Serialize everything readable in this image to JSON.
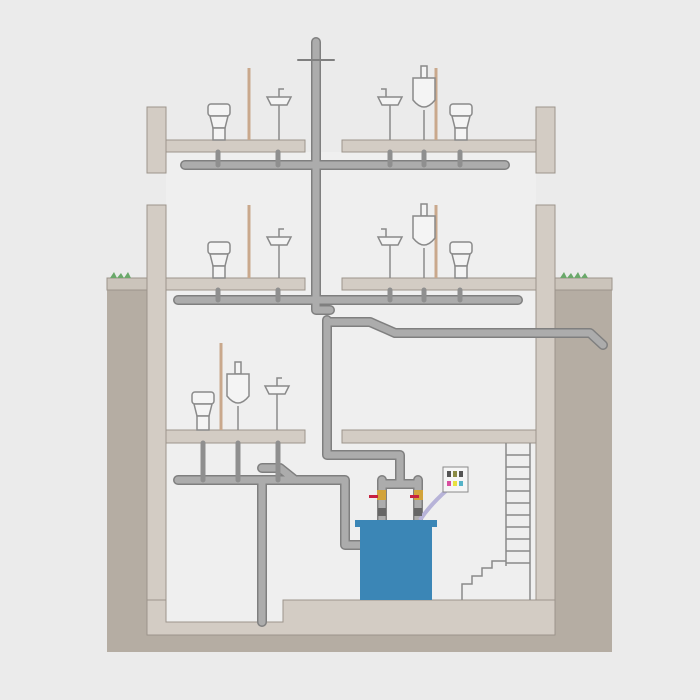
{
  "colors": {
    "background": "#ebebeb",
    "ground": "#b5ada3",
    "structure": "#d3ccc4",
    "structure_outline": "#9c948b",
    "interior": "#efefef",
    "pipe": "#a9a9a9",
    "pipe_outline": "#7f7f7f",
    "tank": "#3b86b6",
    "vent_rod": "#c9a88c",
    "cable": "#b7b3d8",
    "valve": "#d2a33a",
    "handle": "#c8223f",
    "grass": "#6aa86a"
  },
  "diagram": {
    "floors_with_fixtures": 3,
    "components": [
      "toilet",
      "washbasin",
      "urinal",
      "lifting-station-tank",
      "control-panel",
      "staircase",
      "soil-stack",
      "discharge-pipe"
    ]
  }
}
